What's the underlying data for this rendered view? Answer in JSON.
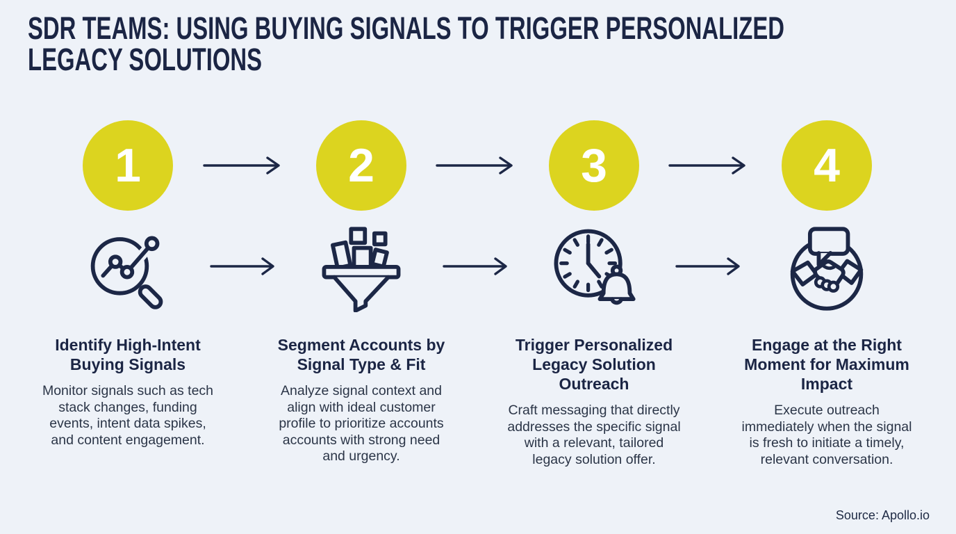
{
  "title": {
    "line1": "SDR TEAMS: USING BUYING SIGNALS TO TRIGGER PERSONALIZED",
    "line2": "LEGACY SOLUTIONS"
  },
  "steps": [
    {
      "number": "1",
      "icon": "magnifier-trend-icon",
      "heading": "Identify High-Intent Buying Signals",
      "description": "Monitor signals such as tech stack changes, funding events, intent data spikes, and content engagement."
    },
    {
      "number": "2",
      "icon": "funnel-icon",
      "heading": "Segment Accounts by Signal Type & Fit",
      "description": "Analyze signal context and align with ideal customer profile to prioritize accounts accounts with strong need and urgency."
    },
    {
      "number": "3",
      "icon": "clock-bell-icon",
      "heading": "Trigger Personalized Legacy Solution Outreach",
      "description": "Craft messaging that directly addresses the specific signal with a relevant, tailored legacy solution offer."
    },
    {
      "number": "4",
      "icon": "handshake-speech-icon",
      "heading": "Engage at the Right Moment for Maximum Impact",
      "description": "Execute outreach immediately when the signal is fresh to initiate a timely, relevant conversation."
    }
  ],
  "source": "Source: Apollo.io",
  "colors": {
    "background": "#eef2f8",
    "navy": "#1c2746",
    "yellow": "#dcd41f",
    "body_text": "#2b3547",
    "number_text": "#ffffff"
  }
}
